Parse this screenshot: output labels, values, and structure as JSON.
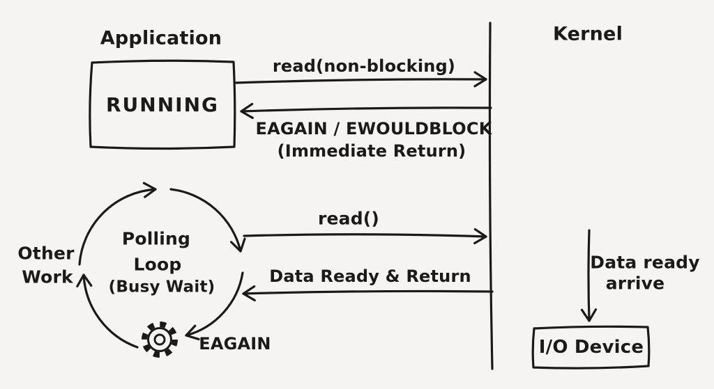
{
  "colors": {
    "background": "#f5f4f2",
    "ink": "#1a1a1a"
  },
  "lanes": {
    "left_title": "Application",
    "right_title": "Kernel"
  },
  "app": {
    "state_box_label": "RUNNING"
  },
  "messages": {
    "read_nonblocking": "read(non-blocking)",
    "eagain_return_line1": "EAGAIN / EWOULDBLOCK",
    "eagain_return_line2": "(Immediate Return)",
    "read_call": "read()",
    "data_ready_return": "Data Ready & Return"
  },
  "polling_loop": {
    "line1": "Polling",
    "line2": "Loop",
    "line3": "(Busy Wait)",
    "outside_label_line1": "Other",
    "outside_label_line2": "Work",
    "gear_arrow_label": "EAGAIN"
  },
  "kernel_side": {
    "event_line1": "Data ready",
    "event_line2": "arrive",
    "device_box_label": "I/O Device"
  },
  "icons": {
    "gear": "⚙"
  }
}
